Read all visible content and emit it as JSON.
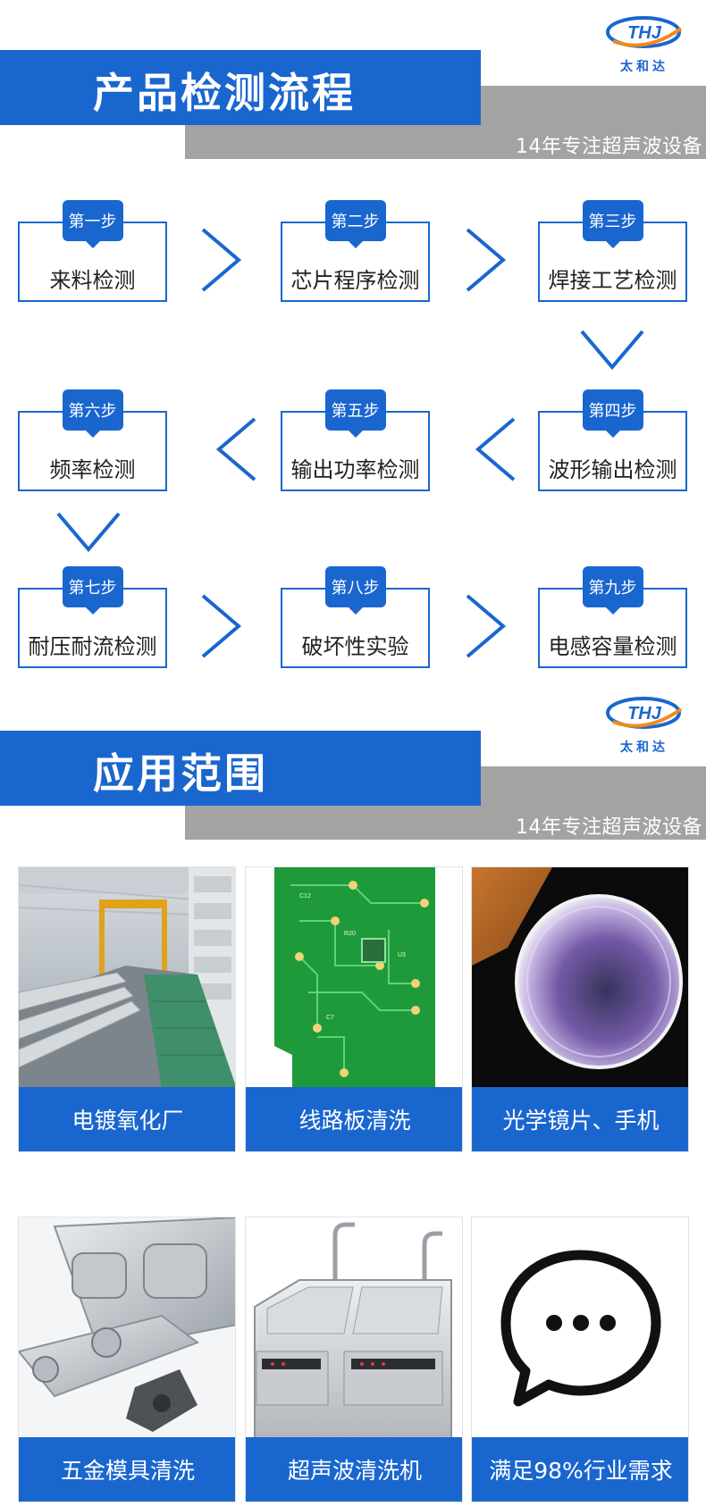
{
  "brand": {
    "logo_text": "THJ",
    "name": "太和达"
  },
  "sections": {
    "process": {
      "title": "产品检测流程",
      "tagline": "14年专注超声波设备"
    },
    "application": {
      "title": "应用范围",
      "tagline": "14年专注超声波设备"
    }
  },
  "steps": [
    {
      "badge": "第一步",
      "label": "来料检测"
    },
    {
      "badge": "第二步",
      "label": "芯片程序检测"
    },
    {
      "badge": "第三步",
      "label": "焊接工艺检测"
    },
    {
      "badge": "第四步",
      "label": "波形输出检测"
    },
    {
      "badge": "第五步",
      "label": "输出功率检测"
    },
    {
      "badge": "第六步",
      "label": "频率检测"
    },
    {
      "badge": "第七步",
      "label": "耐压耐流检测"
    },
    {
      "badge": "第八步",
      "label": "破坏性实验"
    },
    {
      "badge": "第九步",
      "label": "电感容量检测"
    }
  ],
  "applications": [
    {
      "caption": "电镀氧化厂",
      "image": "electroplating-factory"
    },
    {
      "caption": "线路板清洗",
      "image": "green-circuit-board"
    },
    {
      "caption": "光学镜片、手机",
      "image": "optical-lens"
    },
    {
      "caption": "五金模具清洗",
      "image": "metal-molds"
    },
    {
      "caption": "超声波清洗机",
      "image": "ultrasonic-cleaning-machine"
    },
    {
      "caption": "满足98%行业需求",
      "image": "speech-bubble-icon"
    }
  ],
  "colors": {
    "accent": "#1a66cf",
    "grey_band": "#a3a3a3",
    "logo_orange": "#f08a1d"
  }
}
